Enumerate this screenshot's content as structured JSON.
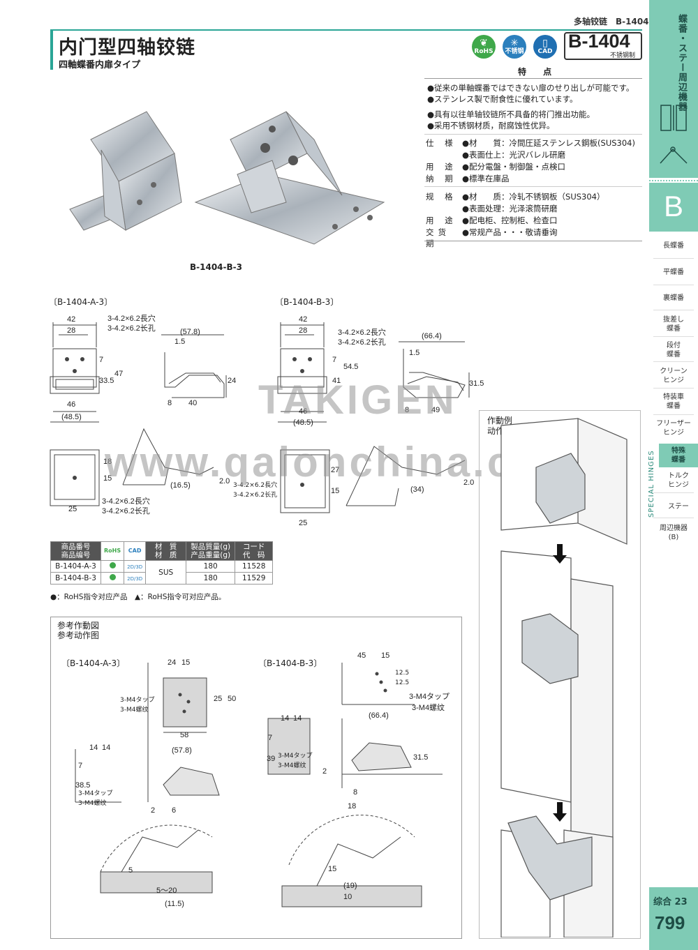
{
  "header": {
    "category": "多轴铰链　B-1404",
    "title": "内门型四轴铰链",
    "subtitle": "四軸蝶番内扉タイプ",
    "badges": {
      "rohs": "RoHS",
      "stainless": "不锈钢",
      "cad": "CAD"
    },
    "model_code": "B-1404",
    "model_material": "不锈钢制"
  },
  "features": {
    "heading": "特 点",
    "lines_jp": [
      "●従来の単軸蝶番ではできない扉のせり出しが可能です。",
      "●ステンレス製で耐食性に優れています。"
    ],
    "lines_cn": [
      "●具有以往单轴铰链所不具备的将门推出功能。",
      "●采用不锈钢材质，耐腐蚀性优异。"
    ],
    "spec_jp": [
      {
        "label": "仕 様",
        "value": "●材　　質：冷間圧延ステンレス鋼板(SUS304)"
      },
      {
        "label": "",
        "value": "●表面仕上：光沢バレル研磨"
      },
      {
        "label": "用 途",
        "value": "●配分電盤・制御盤・点検口"
      },
      {
        "label": "納 期",
        "value": "●標準在庫品"
      }
    ],
    "spec_cn": [
      {
        "label": "规 格",
        "value": "●材　　质：冷轧不锈钢板（SUS304）"
      },
      {
        "label": "",
        "value": "●表面处理：光泽滚筒研磨"
      },
      {
        "label": "用 途",
        "value": "●配电柜、控制柜、检查口"
      },
      {
        "label": "交货期",
        "value": "●常规产品・・・敬请垂询"
      }
    ]
  },
  "photo_caption": "B-1404-B-3",
  "drawings": {
    "a_label": "〔B-1404-A-3〕",
    "b_label": "〔B-1404-B-3〕",
    "a_dims": {
      "w42": "42",
      "w28": "28",
      "h7": "7",
      "h335": "33.5",
      "h47": "47",
      "w46": "46",
      "w485": "(48.5)",
      "hole_jp": "3-4.2×6.2長穴",
      "hole_cn": "3-4.2×6.2长孔",
      "s578": "(57.8)",
      "s15": "1.5",
      "s24": "24",
      "s8": "8",
      "s40": "40",
      "f18": "18",
      "f15": "15",
      "f25": "25",
      "f165": "(16.5)",
      "f20": "2.0"
    },
    "b_dims": {
      "w42": "42",
      "w28": "28",
      "h7": "7",
      "h545": "54.5",
      "h41": "41",
      "w46": "46",
      "w485": "(48.5)",
      "hole_jp": "3-4.2×6.2長穴",
      "hole_cn": "3-4.2×6.2长孔",
      "s664": "(66.4)",
      "s15": "1.5",
      "s315": "31.5",
      "s8": "8",
      "s49": "49",
      "f27": "27",
      "f15": "15",
      "f25": "25",
      "f34": "(34)",
      "f20": "2.0"
    },
    "b_hole_label_jp": "3-4.2×6.2長穴",
    "b_hole_label_cn": "3-4.2×6.2长孔"
  },
  "watermarks": {
    "brand": "TAKIGEN",
    "site": "www.qalonchina.com"
  },
  "table": {
    "headers": [
      "商品番号\n商品编号",
      "RoHS",
      "CAD",
      "材　質\n材　质",
      "製品質量(g)\n产品重量(g)",
      "コード\n代　码"
    ],
    "h1": "商品番号",
    "h1b": "商品编号",
    "h2": "RoHS",
    "h3": "CAD",
    "h4": "材　質",
    "h4b": "材　质",
    "h5": "製品質量(g)",
    "h5b": "产品重量(g)",
    "h6": "コード",
    "h6b": "代　码",
    "rows": [
      {
        "code": "B-1404-A-3",
        "cad": "2D/3D",
        "material": "SUS",
        "weight": "180",
        "id": "11528"
      },
      {
        "code": "B-1404-B-3",
        "cad": "2D/3D",
        "material": "",
        "weight": "180",
        "id": "11529"
      }
    ],
    "legend": "●：RoHS指令对应产品　▲：RoHS指令可对应产品。"
  },
  "reference": {
    "title_jp": "参考作動図",
    "title_cn": "参考动作图",
    "a_label": "〔B-1404-A-3〕",
    "b_label": "〔B-1404-B-3〕",
    "a_dims": {
      "d24": "24",
      "d15": "15",
      "d25": "25",
      "d50": "50",
      "d58": "58",
      "tap_jp": "3-M4タップ",
      "tap_cn": "3-M4螺纹",
      "d14a": "14",
      "d14b": "14",
      "d7": "7",
      "d385": "38.5",
      "d578": "(57.8)",
      "d2": "2",
      "d6": "6",
      "d5": "5",
      "d520": "5～20",
      "d115": "(11.5)"
    },
    "b_dims": {
      "d45": "45",
      "d15": "15",
      "d125a": "12.5",
      "d125b": "12.5",
      "tap_jp": "3-M4タップ",
      "tap_cn": "3-M4螺纹",
      "d14a": "14",
      "d14b": "14",
      "d7": "7",
      "d39": "39",
      "d664": "(66.4)",
      "d315": "31.5",
      "d2": "2",
      "d8": "8",
      "d18": "18",
      "d15b": "15",
      "d10": "10",
      "d19": "(19)"
    }
  },
  "example": {
    "title_jp": "作動例",
    "title_cn": "动作例"
  },
  "sidebar": {
    "title": "蝶番・ステー周辺機器",
    "letter": "B",
    "items": [
      "長蝶番",
      "平蝶番",
      "裏蝶番",
      "抜差し\n蝶番",
      "段付\n蝶番",
      "クリーン\nヒンジ",
      "特装車\n蝶番",
      "フリーザー\nヒンジ",
      "特殊\n蝶番",
      "トルク\nヒンジ",
      "ステー",
      "周辺機器\n(B)"
    ],
    "special": "SPECIAL HINGES",
    "sogo": "综合 23",
    "page": "799"
  }
}
